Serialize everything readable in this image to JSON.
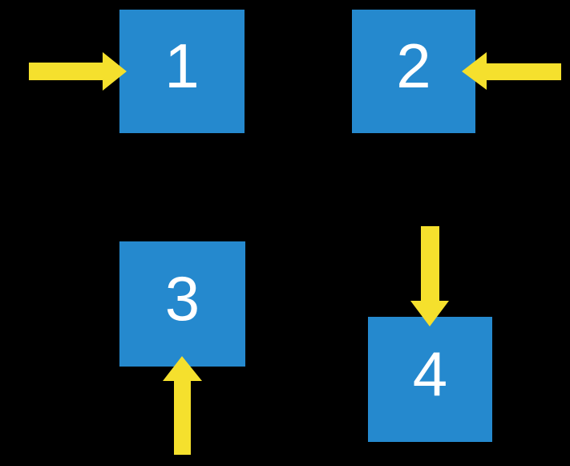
{
  "scene": {
    "background": "#000000",
    "square_color": "#2589CE",
    "arrow_color": "#F5E02D",
    "label_color": "#FFFFFF"
  },
  "squares": [
    {
      "label": "1"
    },
    {
      "label": "2"
    },
    {
      "label": "3"
    },
    {
      "label": "4"
    }
  ],
  "arrows": [
    {
      "points_to": "1",
      "direction": "right",
      "from_side": "left"
    },
    {
      "points_to": "2",
      "direction": "left",
      "from_side": "right"
    },
    {
      "points_to": "3",
      "direction": "up",
      "from_side": "bottom"
    },
    {
      "points_to": "4",
      "direction": "down",
      "from_side": "top"
    }
  ]
}
